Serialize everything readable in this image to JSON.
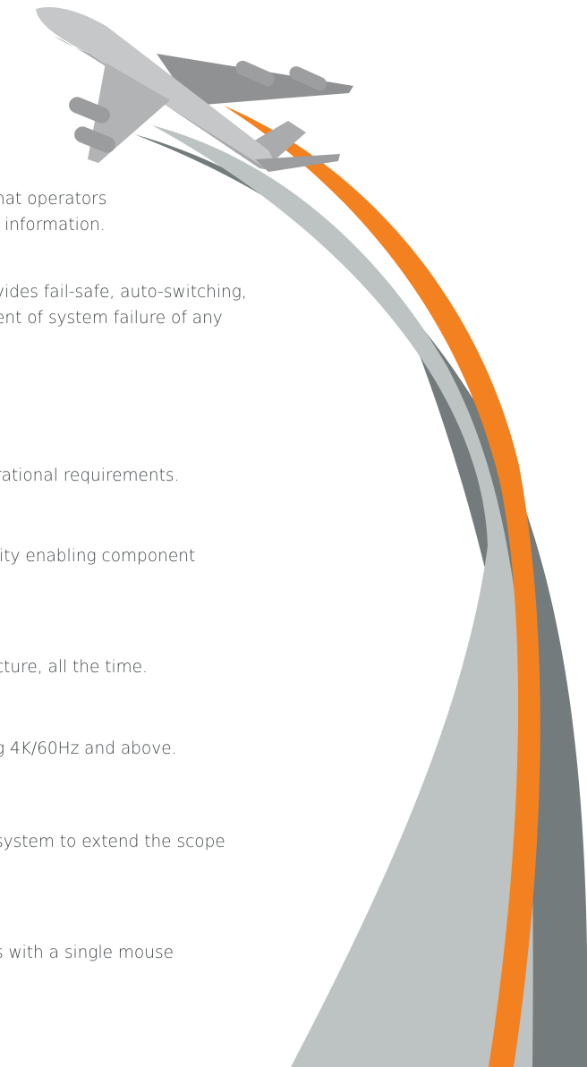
{
  "lines": [
    "hat operators",
    "l information.",
    "vides fail-safe, auto-switching,",
    "ent of system failure of any",
    "rational requirements.",
    "lity enabling component",
    "cture, all the time.",
    "g 4K/60Hz and above.",
    "system to extend the scope",
    "s with a single mouse"
  ],
  "colors": {
    "text": "#3f4548",
    "orange_swoosh": "#f38120",
    "light_swoosh": "#bcc3c2",
    "dark_swoosh": "#737b7d",
    "airplane": "#b4b5b6"
  },
  "illustration": {
    "name": "airplane-taking-off-on-swoosh-trail"
  }
}
